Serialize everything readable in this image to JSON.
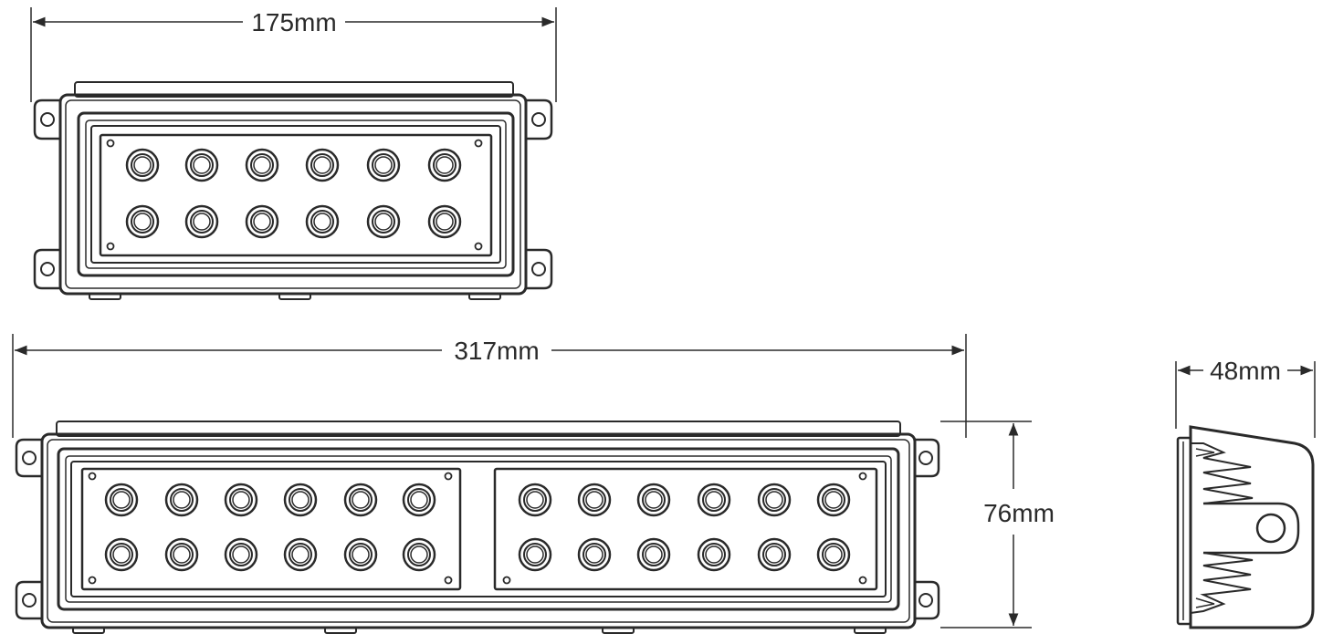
{
  "dimensions": {
    "small_width": "175mm",
    "large_width": "317mm",
    "height": "76mm",
    "depth": "48mm"
  },
  "colors": {
    "line": "#2a2a2a",
    "background": "#ffffff"
  }
}
